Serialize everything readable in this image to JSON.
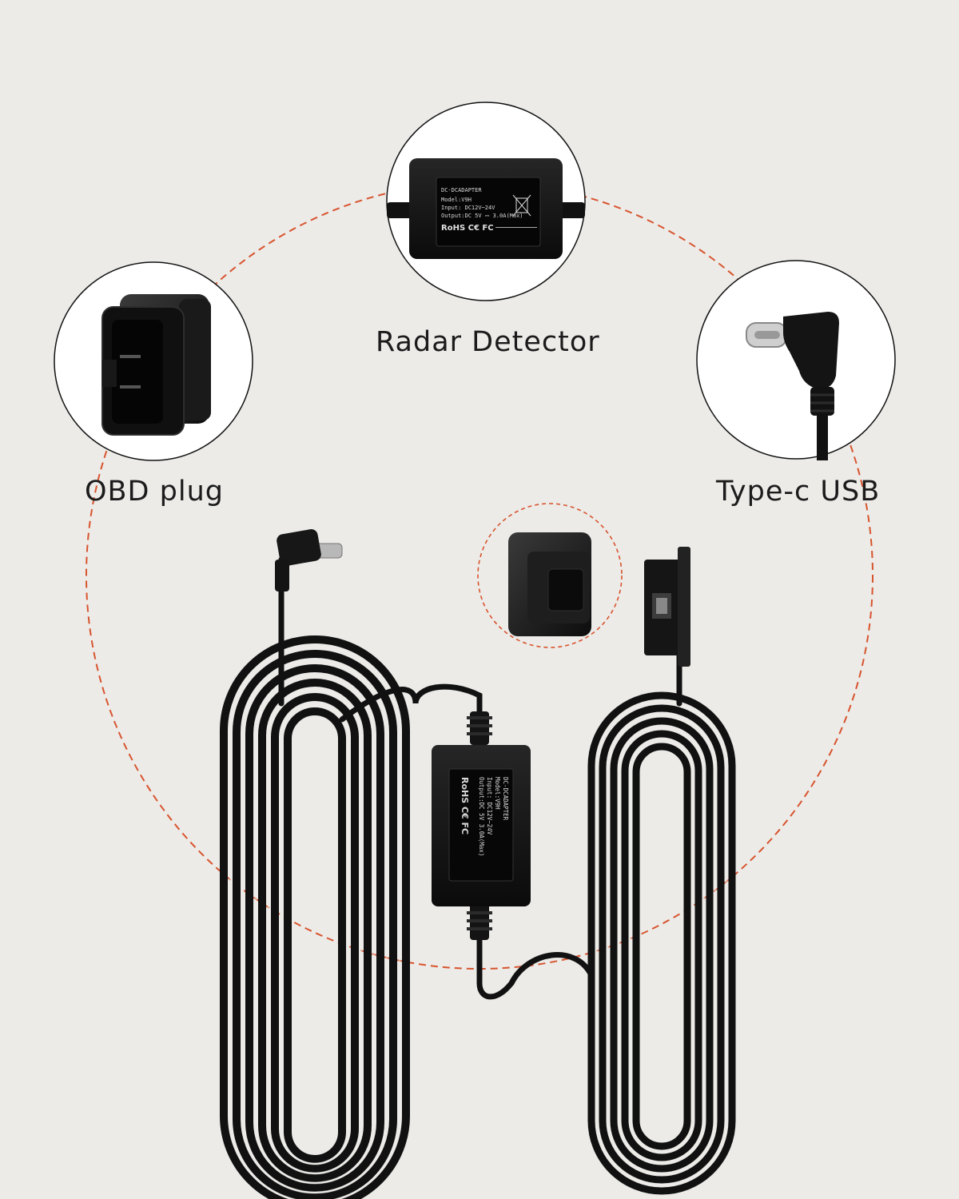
{
  "labels": {
    "radar_detector": "Radar Detector",
    "obd_plug": "OBD plug",
    "type_c_usb": "Type-c USB"
  },
  "adapter_label": {
    "line1": "DC-DCADAPTER",
    "line2": "Model:V9H",
    "line3": "Input: DC12V~24V",
    "line4": "Output:DC 5V ⎓ 3.0A(Max)",
    "marks": "RoHS  C€ FC"
  },
  "icons": {
    "adapter": "dc-dc-adapter-box",
    "obd": "obd-connector",
    "usb": "type-c-right-angle-connector",
    "bin": "crossed-out-bin-icon"
  },
  "colors": {
    "background": "#ecebe8",
    "dashed_ring": "#d8542e",
    "cable": "#111111"
  }
}
